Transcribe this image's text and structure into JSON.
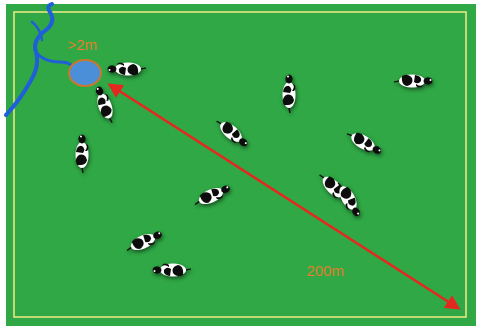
{
  "labels": {
    "near_distance": ">2m",
    "far_distance": "200m"
  },
  "colors": {
    "background": "#ffffff",
    "field": "#2fa845",
    "field_border": "#f0ea8a",
    "water_point": "#4a8fd8",
    "water_point_edge": "#c9782c",
    "stream": "#1f5fd8",
    "arrow": "#e5281f",
    "label_text": "#f07c2c",
    "cow_white": "#ffffff",
    "cow_black": "#111111"
  },
  "icons": {
    "water_point": "water-trough-icon",
    "stream": "stream-icon",
    "cow": "cow-icon"
  },
  "cow_count": 12
}
